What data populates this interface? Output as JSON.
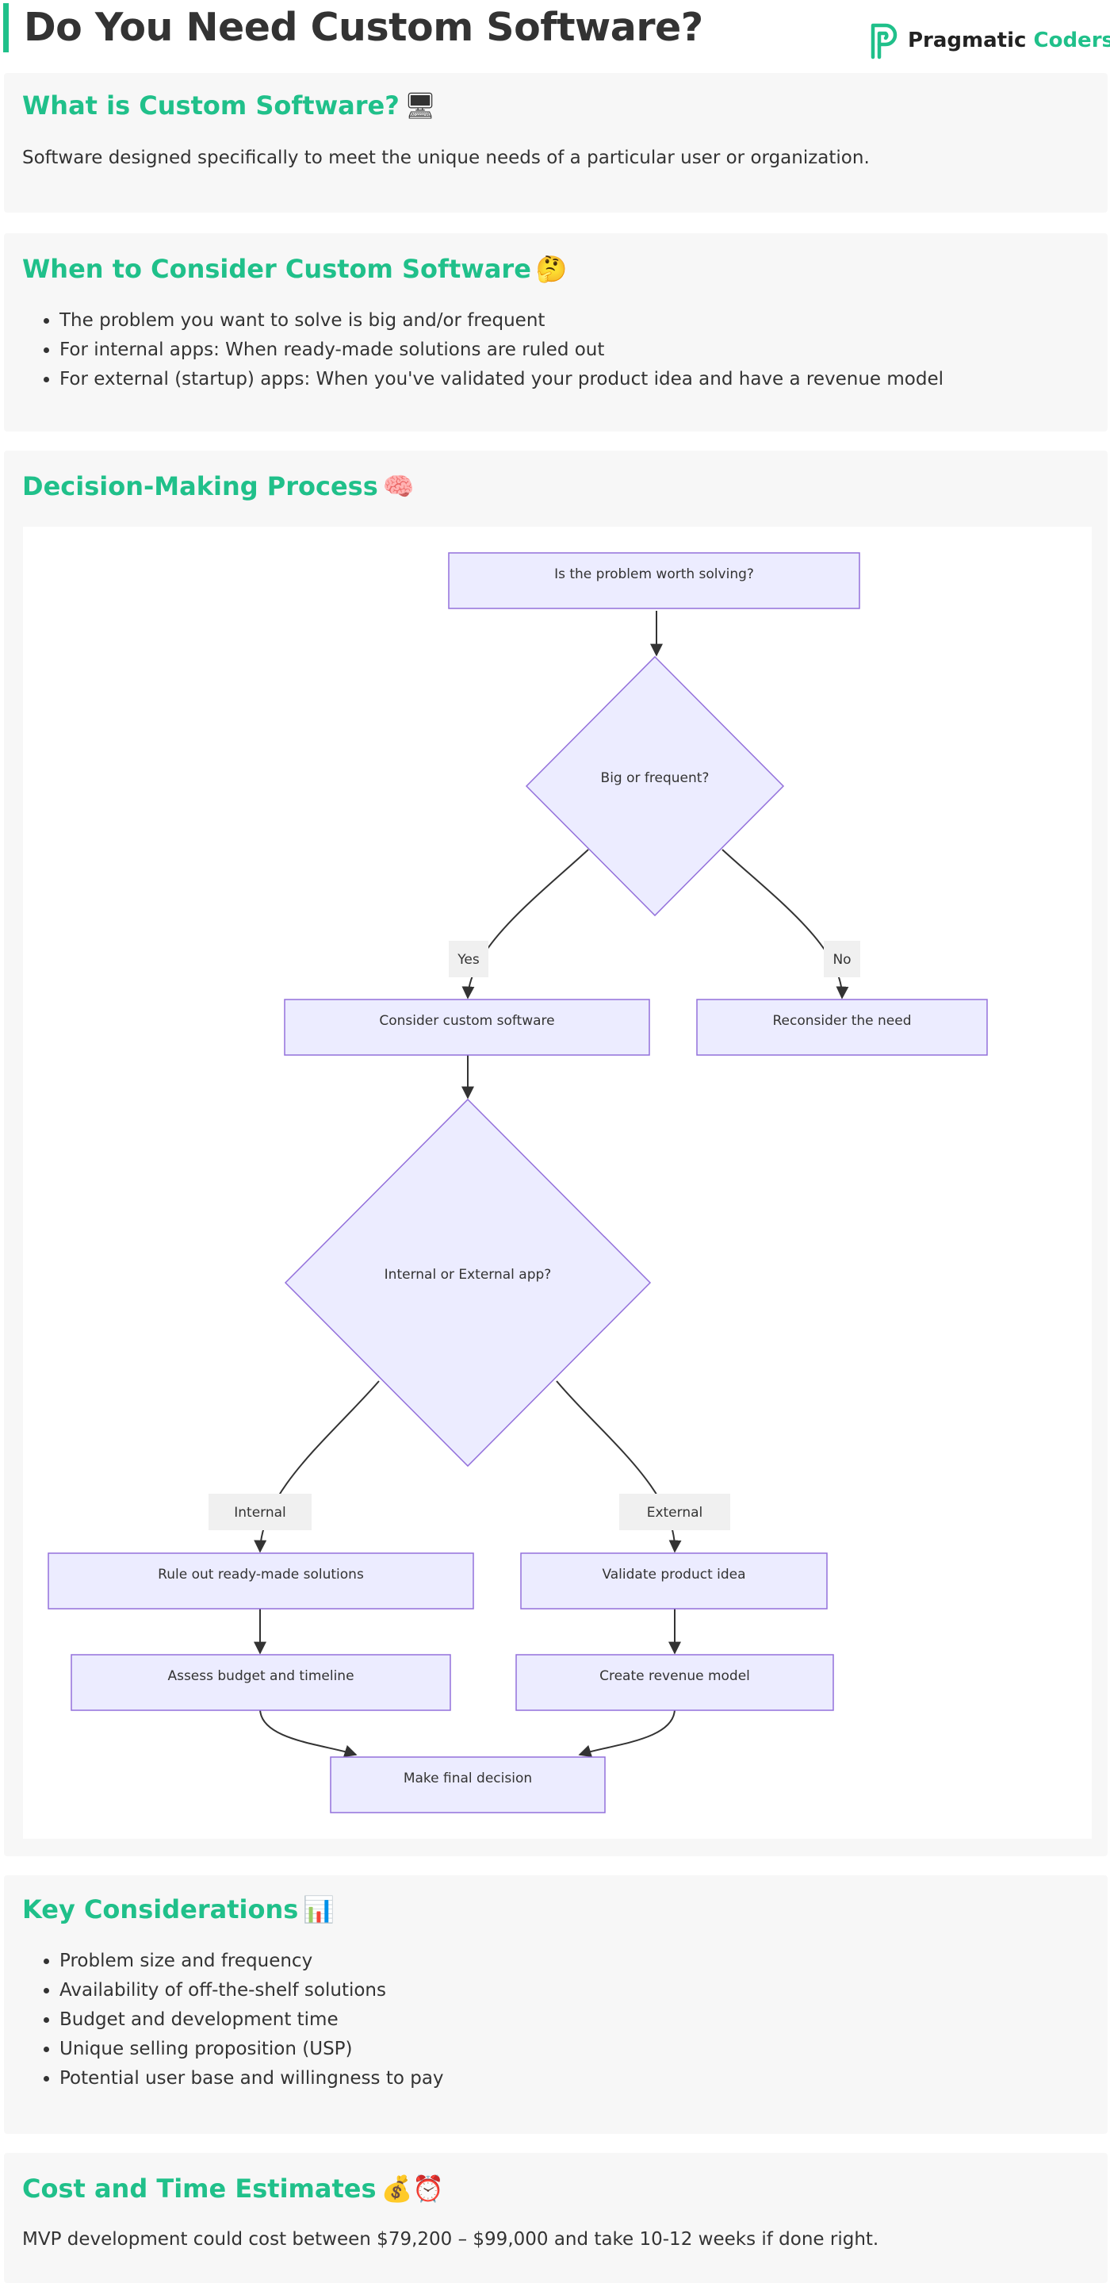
{
  "header": {
    "title": "Do You Need Custom Software?",
    "logo_word1": "Pragmatic",
    "logo_word2": "Coders",
    "accent_color": "#20c08a"
  },
  "what": {
    "title": "What is Custom Software?",
    "icon": "desktop-computer-icon",
    "emoji": "🖥",
    "text": "Software designed specifically to meet the unique needs of a particular user or organization."
  },
  "when": {
    "title": "When to Consider Custom Software",
    "icon": "thinking-face-icon",
    "emoji": "🤔",
    "items": [
      "The problem you want to solve is big and/or frequent",
      "For internal apps: When ready-made solutions are ruled out",
      "For external (startup) apps: When you've validated your product idea and have a revenue model"
    ]
  },
  "decision": {
    "title": "Decision-Making Process",
    "icon": "brain-icon",
    "emoji": "🧠",
    "flowchart": {
      "node_fill": "#ececff",
      "node_stroke": "#9370db",
      "edge_color": "#333333",
      "edge_label_bg": "#f0f0f0",
      "nodes": {
        "start": "Is the problem worth solving?",
        "big": "Big or frequent?",
        "consider": "Consider custom software",
        "reconsider": "Reconsider the need",
        "type": "Internal or External app?",
        "ruleout": "Rule out ready-made solutions",
        "validate": "Validate product idea",
        "assess": "Assess budget and timeline",
        "revenue": "Create revenue model",
        "final": "Make final decision"
      },
      "edge_labels": {
        "yes": "Yes",
        "no": "No",
        "internal": "Internal",
        "external": "External"
      }
    }
  },
  "key": {
    "title": "Key Considerations",
    "icon": "bar-chart-icon",
    "emoji": "📊",
    "items": [
      "Problem size and frequency",
      "Availability of off-the-shelf solutions",
      "Budget and development time",
      "Unique selling proposition (USP)",
      "Potential user base and willingness to pay"
    ]
  },
  "cost": {
    "title": "Cost and Time Estimates",
    "icons": [
      "money-bag-icon",
      "alarm-clock-icon"
    ],
    "emoji": "💰⏰",
    "text": "MVP development could cost between $79,200 – $99,000 and take 10-12 weeks if done right."
  }
}
